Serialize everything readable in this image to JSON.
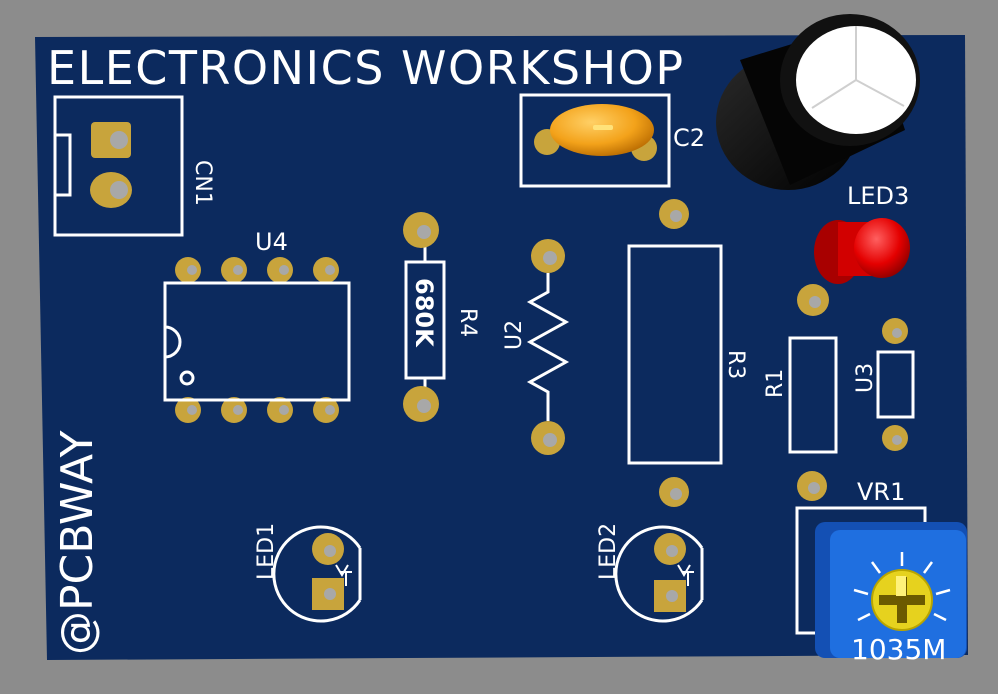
{
  "board": {
    "title": "ELECTRONICS WORKSHOP",
    "brand": "@PCBWAY",
    "colors": {
      "substrate": "#0c2a5e",
      "silkscreen": "#ffffff",
      "pad": "#c8a43c",
      "background": "#8c8c8c"
    }
  },
  "labels": {
    "cn1": "CN1",
    "u4": "U4",
    "r4": "R4",
    "r4_value": "680K",
    "u2": "U2",
    "c2": "C2",
    "r3": "R3",
    "r1": "R1",
    "u3": "U3",
    "led1": "LED1",
    "led2": "LED2",
    "led3": "LED3",
    "vr1": "VR1",
    "vr1_marking": "1035M"
  }
}
